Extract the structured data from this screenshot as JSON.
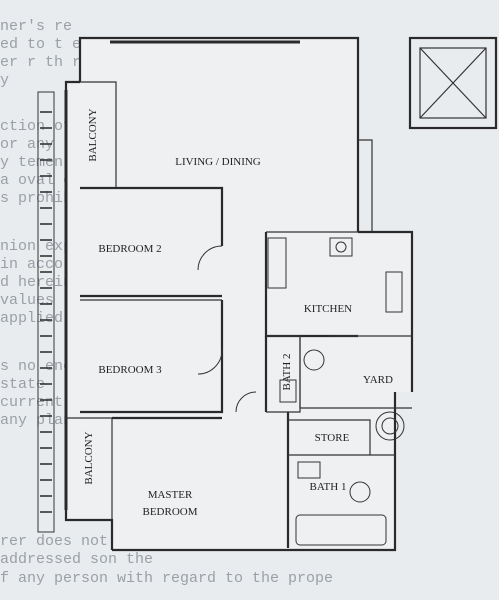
{
  "background_text": [
    "ner's re",
    "ed to t  e cl    t  to whom  n  reti",
    "er  r th   r    e sponsibility",
    "y ",
    "ction of this report  in any manner wi",
    "      or any reference to it in a",
    "  y         tement without the Val",
    "   a  oval of the form and context i",
    "s prohibited.",
    "nion expressed in the Valuation Rep",
    "   in accordance with the   d for",
    "d    herein    the       assess",
    "         values         the u",
    "  applied     related    other s",
    "s  no encumbrances affecting",
    "                         state",
    "       current        property",
    "    any planning  other",
    "  ",
    "rer does not warrant     client",
    "  addressed            son the",
    "f any person with regard to the prope"
  ],
  "rooms": {
    "balcony_top": "BALCONY",
    "living_dining": "LIVING / DINING",
    "bedroom2": "BEDROOM 2",
    "kitchen": "KITCHEN",
    "bedroom3": "BEDROOM 3",
    "bath2": "BATH 2",
    "yard": "YARD",
    "store": "STORE",
    "balcony_bottom": "BALCONY",
    "bath1": "BATH 1",
    "master_line1": "MASTER",
    "master_line2": "BEDROOM"
  },
  "colors": {
    "paper": "#e9ecef",
    "lines": "#2a2a2a",
    "background_text": "#9aa0a6"
  }
}
